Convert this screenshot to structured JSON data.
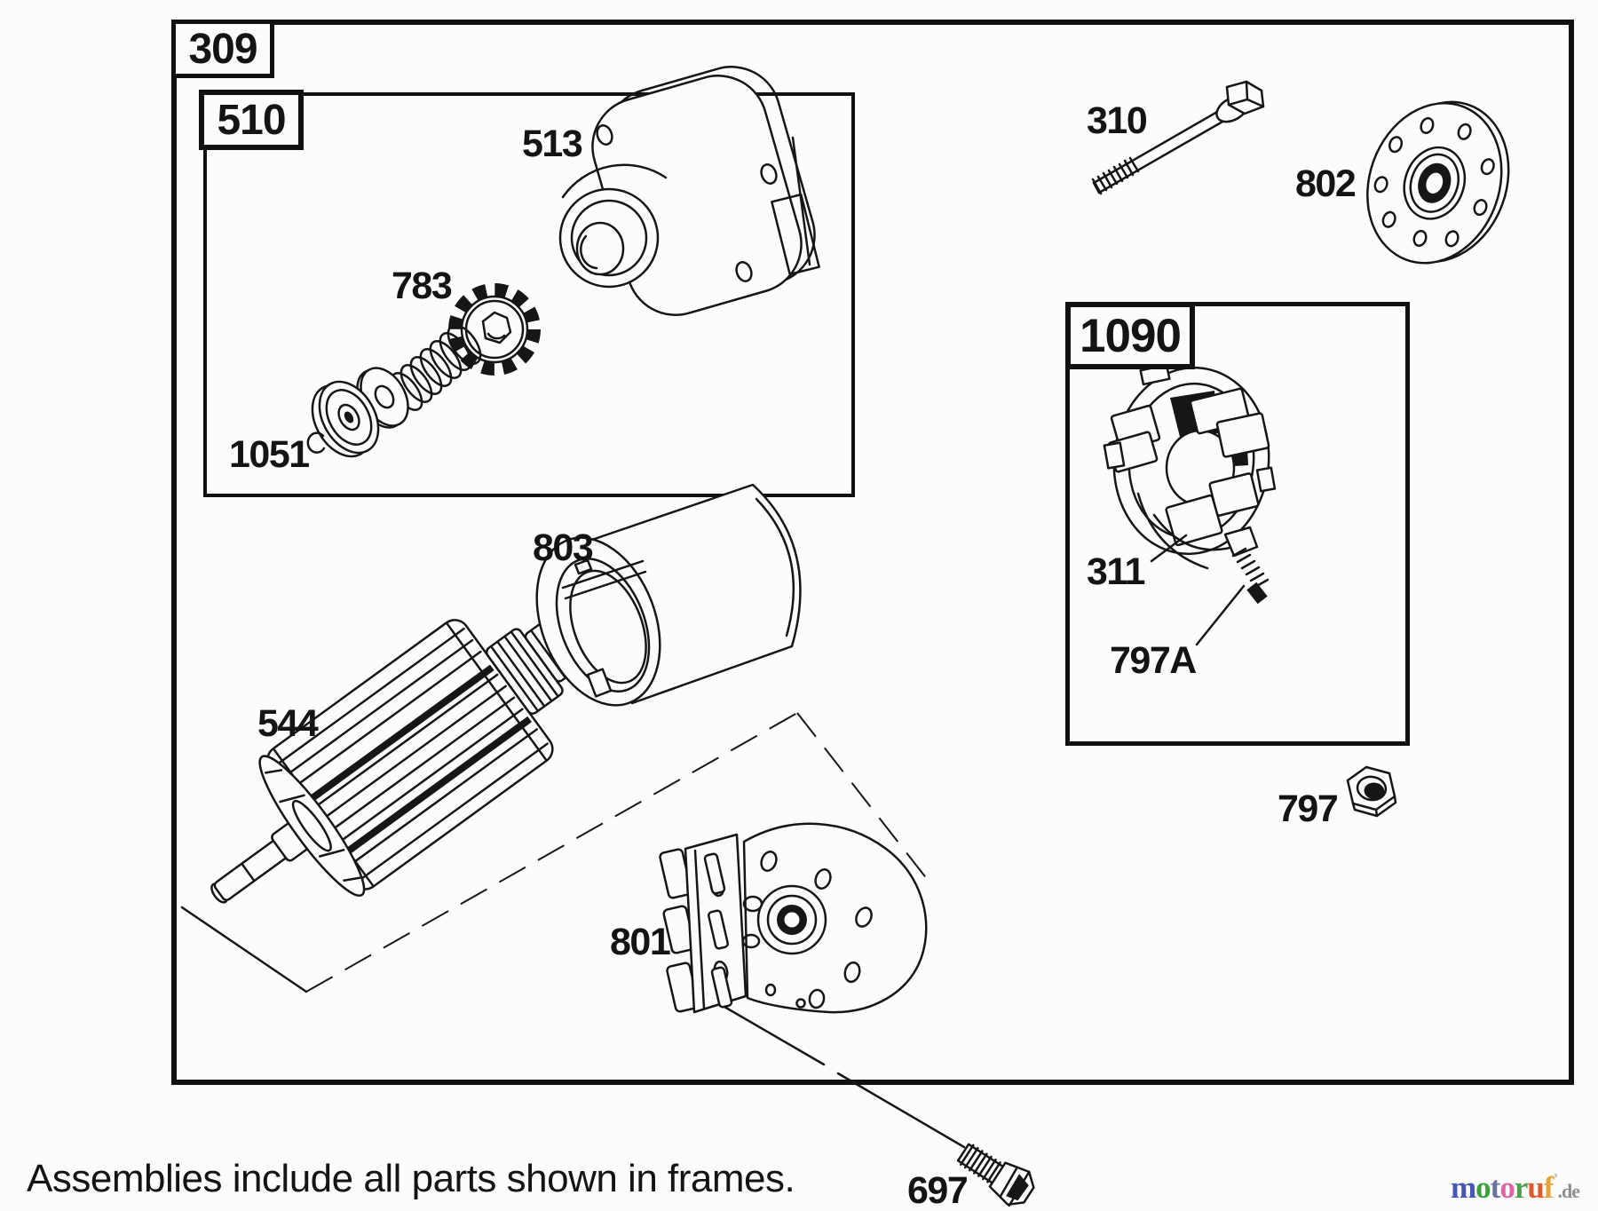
{
  "canvas": {
    "background": "#fcfdfa",
    "ink": "#161616"
  },
  "frames": {
    "f309": {
      "label": "309"
    },
    "f510": {
      "label": "510"
    },
    "f1090": {
      "label": "1090"
    }
  },
  "labels": {
    "513": "513",
    "783": "783",
    "1051": "1051",
    "803": "803",
    "544": "544",
    "801": "801",
    "310": "310",
    "802": "802",
    "311": "311",
    "797A": "797A",
    "797": "797",
    "697": "697"
  },
  "footer": {
    "note": "Assemblies include all parts shown in frames."
  },
  "brand": {
    "letters": [
      {
        "char": "m",
        "color": "#4557b7"
      },
      {
        "char": "o",
        "color": "#3d9e3f"
      },
      {
        "char": "t",
        "color": "#67749f"
      },
      {
        "char": "o",
        "color": "#df66a4"
      },
      {
        "char": "r",
        "color": "#4f9e4c"
      },
      {
        "char": "u",
        "color": "#dd5a2f"
      },
      {
        "char": "f",
        "color": "#e8a23a"
      }
    ],
    "tick": "’",
    "tick_color": "#bdbdbd",
    "suffix": ".de",
    "suffix_color": "#8f8f8f"
  }
}
